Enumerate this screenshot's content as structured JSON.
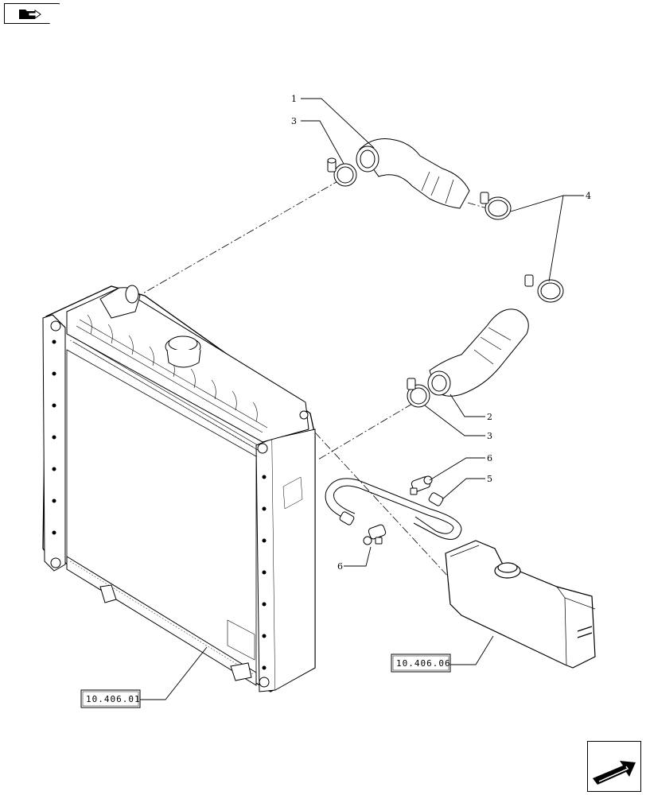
{
  "callouts": {
    "c1": "1",
    "c2": "2",
    "c3a": "3",
    "c3b": "3",
    "c4": "4",
    "c5": "5",
    "c6a": "6",
    "c6b": "6"
  },
  "refs": {
    "radiator": "10.406.01",
    "tank": "10.406.06"
  },
  "icons": {
    "prev": "folder-arrow-icon",
    "next": "next-page-arrow-icon"
  }
}
